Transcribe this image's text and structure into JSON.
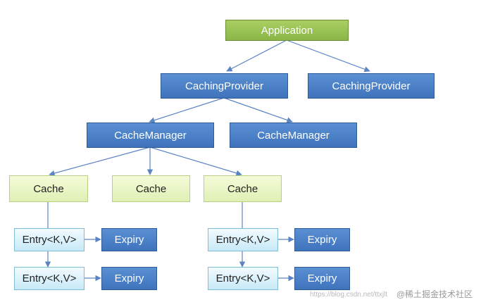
{
  "diagram": {
    "application": "Application",
    "providers": [
      "CachingProvider",
      "CachingProvider"
    ],
    "managers": [
      "CacheManager",
      "CacheManager"
    ],
    "caches": [
      "Cache",
      "Cache",
      "Cache"
    ],
    "entry_label": "Entry<K,V>",
    "expiry_label": "Expiry"
  },
  "colors": {
    "application": "#8bb646",
    "provider": "#4a7fc6",
    "cache": "#e8f5c4",
    "entry": "#d9f1fb",
    "line": "#5b84c4"
  },
  "watermark": {
    "faint": "https://blog.csdn.net/ttxjlt",
    "brand": "@稀土掘金技术社区"
  }
}
